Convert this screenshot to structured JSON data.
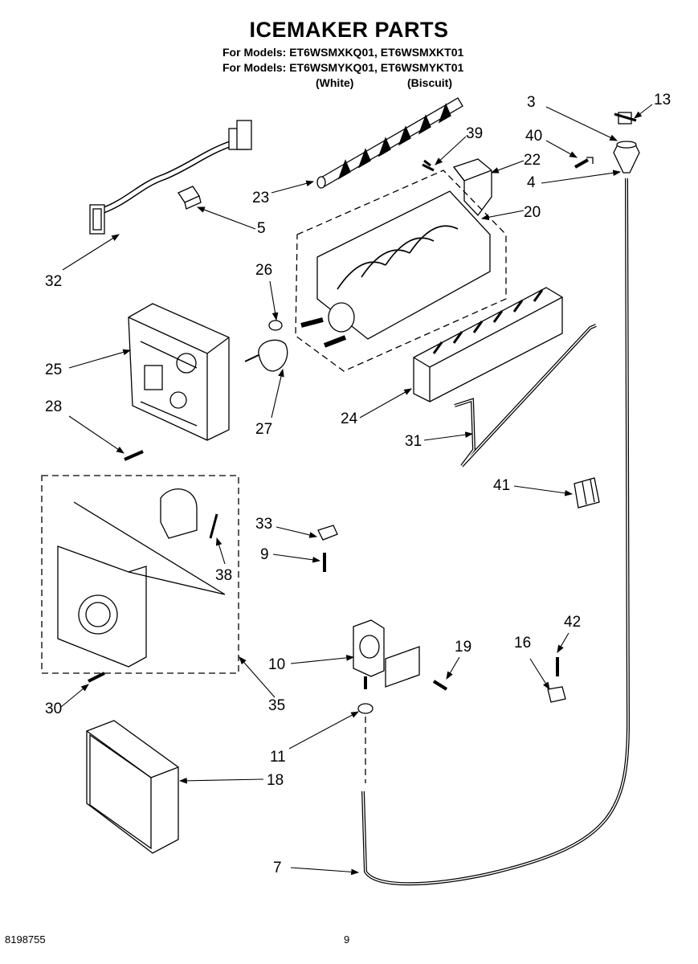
{
  "header": {
    "title": "ICEMAKER PARTS",
    "models_line1": "For Models: ET6WSMXKQ01, ET6WSMXKT01",
    "models_line2": "For Models: ET6WSMYKQ01, ET6WSMYKT01",
    "color_white": "(White)",
    "color_biscuit": "(Biscuit)"
  },
  "callouts": {
    "c3": "3",
    "c13": "13",
    "c39": "39",
    "c40": "40",
    "c22": "22",
    "c23": "23",
    "c4": "4",
    "c20": "20",
    "c5": "5",
    "c32": "32",
    "c26": "26",
    "c25": "25",
    "c28": "28",
    "c27": "27",
    "c24": "24",
    "c31": "31",
    "c41": "41",
    "c33": "33",
    "c9": "9",
    "c38": "38",
    "c42": "42",
    "c19": "19",
    "c16": "16",
    "c10": "10",
    "c30": "30",
    "c35": "35",
    "c11": "11",
    "c18": "18",
    "c7": "7"
  },
  "footer": {
    "doc_number": "8198755",
    "page_number": "9"
  }
}
